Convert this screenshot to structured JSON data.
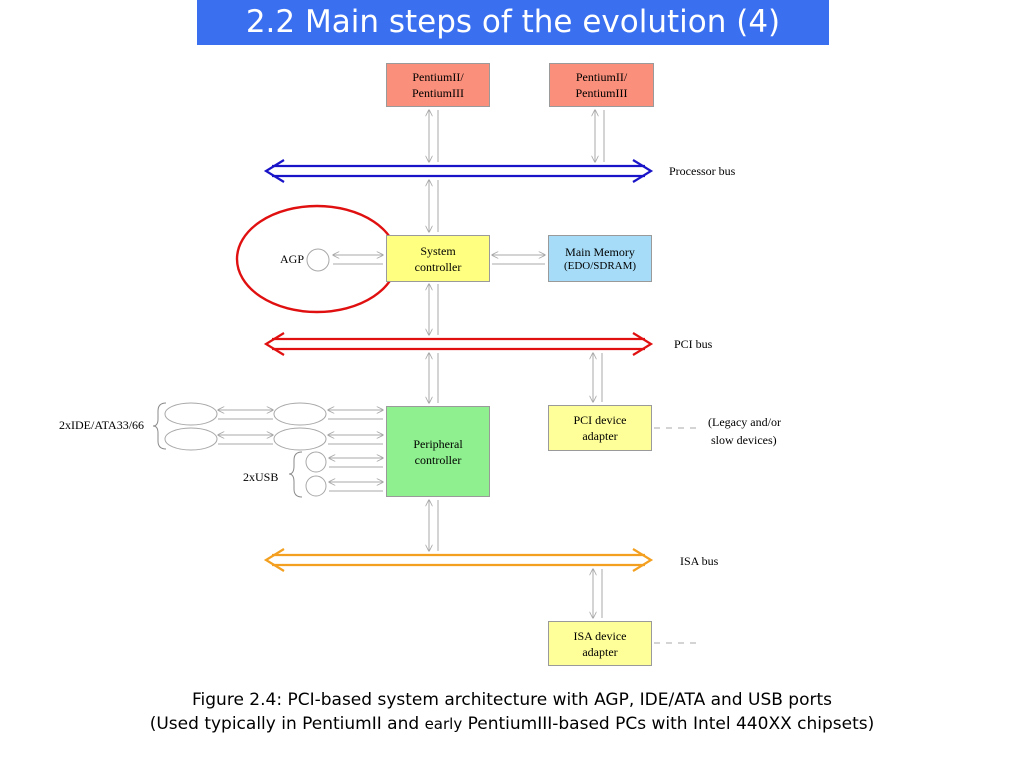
{
  "title": "2.2 Main steps of the evolution (4)",
  "colors": {
    "title_bg": "#3a6ff0",
    "cpu_box": "#fa8f7b",
    "system_controller": "#ffff80",
    "main_memory": "#a6dcf7",
    "peripheral_controller": "#8ef08e",
    "device_adapter": "#ffff99",
    "processor_bus": "#1a14c8",
    "pci_bus": "#e01010",
    "isa_bus": "#f3a020",
    "highlight_circle": "#e01010"
  },
  "boxes": {
    "cpu1": {
      "line1": "PentiumII/",
      "line2": "PentiumIII"
    },
    "cpu2": {
      "line1": "PentiumII/",
      "line2": "PentiumIII"
    },
    "system_controller": {
      "line1": "System",
      "line2": "controller"
    },
    "main_memory": {
      "line1": "Main Memory",
      "line2": "(EDO/SDRAM)"
    },
    "peripheral_controller": {
      "line1": "Peripheral",
      "line2": "controller"
    },
    "pci_device_adapter": {
      "line1": "PCI device",
      "line2": "adapter"
    },
    "isa_device_adapter": {
      "line1": "ISA device",
      "line2": "adapter"
    }
  },
  "labels": {
    "processor_bus": "Processor bus",
    "pci_bus": "PCI bus",
    "isa_bus": "ISA bus",
    "agp": "AGP",
    "ide": "2xIDE/ATA33/66",
    "usb": "2xUSB",
    "legacy_line1": "(Legacy and/or",
    "legacy_line2": "slow devices)"
  },
  "caption": {
    "line1": "Figure 2.4: PCI-based system architecture with AGP, IDE/ATA and USB ports",
    "line2_a": "(Used typically in PentiumII and ",
    "line2_b": "early",
    "line2_c": " PentiumIII-based PCs with Intel 440XX chipsets)"
  }
}
